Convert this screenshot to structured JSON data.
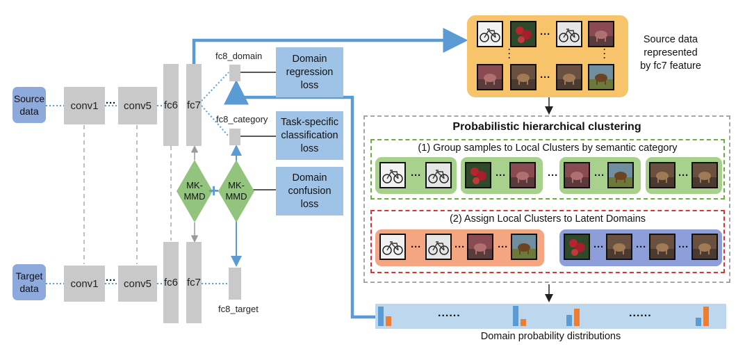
{
  "network": {
    "source_label": "Source\ndata",
    "target_label": "Target\ndata",
    "layers": {
      "conv1": "conv1",
      "conv5": "conv5",
      "fc6": "fc6",
      "fc7": "fc7"
    },
    "ellipsis": "···",
    "fc8_domain": "fc8_domain",
    "fc8_category": "fc8_category",
    "fc8_target": "fc8_target",
    "mkmmd": "MK-\nMMD",
    "plus": "+"
  },
  "losses": {
    "domain_regression": "Domain\nregression\nloss",
    "classification": "Task-specific\nclassification\nloss",
    "domain_confusion": "Domain\nconfusion\nloss"
  },
  "source_caption": "Source data\nrepresented\nby fc7 feature",
  "clustering": {
    "title": "Probabilistic hierarchical clustering",
    "step1": "(1) Group samples to Local Clusters by semantic category",
    "step2": "(2) Assign Local Clusters to Latent Domains",
    "ellipsis": "···"
  },
  "distribution": {
    "caption": "Domain probability distributions",
    "dots": "......"
  },
  "colors": {
    "layer_gray": "#c9c9c9",
    "loss_blue": "#9fc3e6",
    "input_blue": "#8ea9db",
    "arrow_blue": "#5b9bd5",
    "diamond_green": "#92c47d",
    "source_panel_orange": "#f7c46b",
    "green_dash": "#6aae3e",
    "red_dash": "#e0322c",
    "cluster_green": "#a9d18e",
    "cluster_orange": "#f4a582",
    "cluster_purple": "#8e9ed8",
    "bar_blue": "#5b9bd5",
    "bar_orange": "#ed7d31"
  }
}
